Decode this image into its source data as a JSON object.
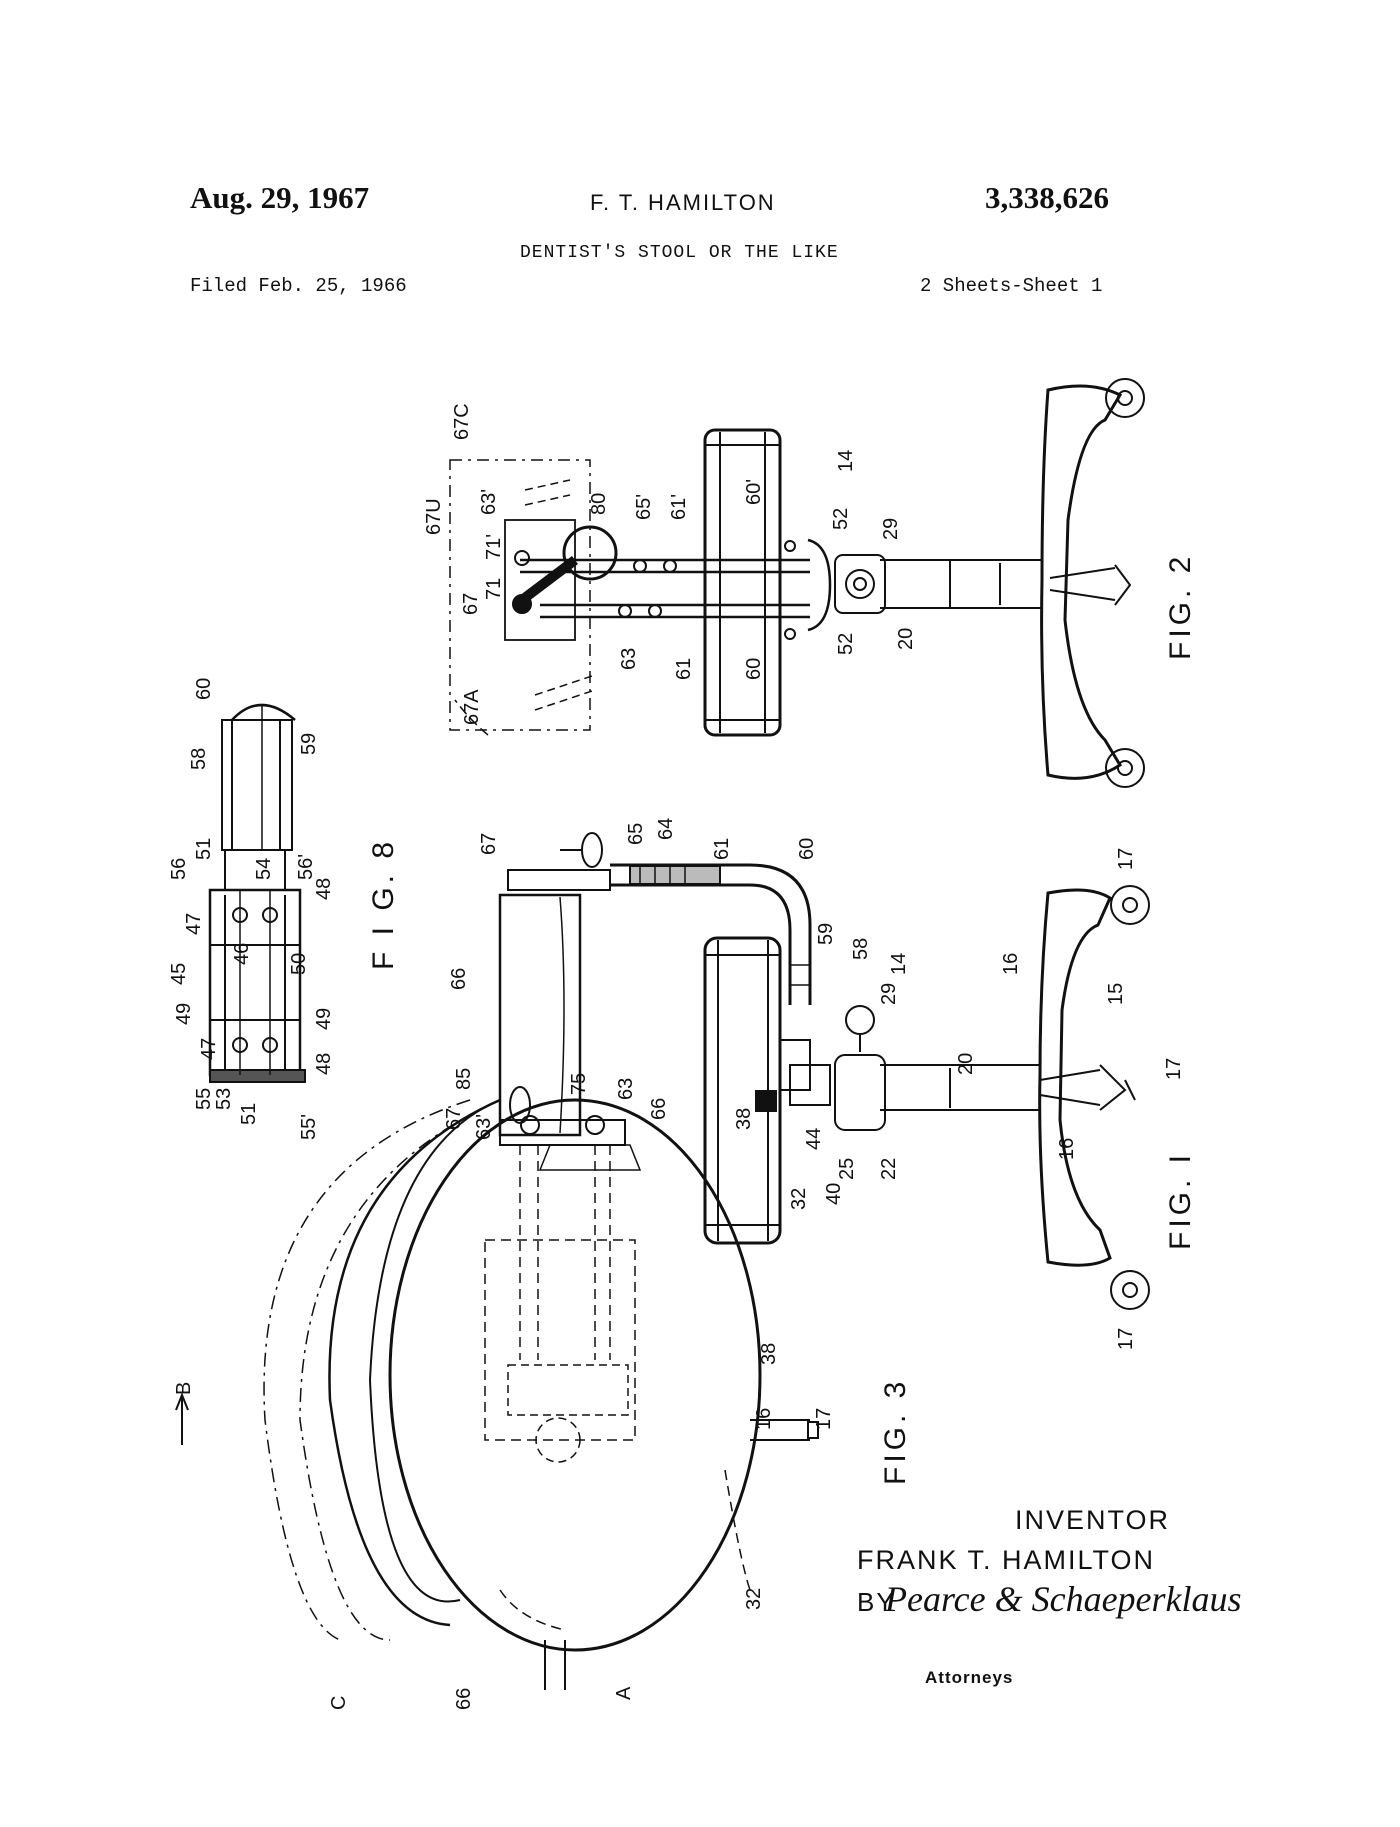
{
  "header": {
    "date": "Aug. 29, 1967",
    "inventor": "F. T. HAMILTON",
    "patent_number": "3,338,626",
    "title": "DENTIST'S STOOL OR THE LIKE",
    "filed": "Filed Feb. 25, 1966",
    "sheets": "2 Sheets-Sheet 1"
  },
  "figures": {
    "fig1": "FIG. I",
    "fig2": "FIG. 2",
    "fig3": "FIG. 3",
    "fig8": "F I G. 8"
  },
  "reference_labels": {
    "fig2": [
      "67C",
      "67U",
      "63'",
      "80",
      "65'",
      "61'",
      "60'",
      "14",
      "52",
      "29",
      "71'",
      "71",
      "67",
      "63",
      "61",
      "60",
      "52",
      "20",
      "67A"
    ],
    "fig1": [
      "67",
      "65",
      "64",
      "61",
      "60",
      "59",
      "58",
      "14",
      "29",
      "66",
      "85",
      "38",
      "44",
      "32",
      "40",
      "25",
      "22",
      "20",
      "16",
      "15",
      "17",
      "17",
      "16",
      "17"
    ],
    "fig8": [
      "60",
      "58",
      "59",
      "56",
      "51",
      "54",
      "56'",
      "48",
      "47",
      "46",
      "45",
      "49",
      "50",
      "49",
      "47",
      "55",
      "53",
      "51",
      "48",
      "55'"
    ],
    "fig3": [
      "67",
      "63'",
      "75",
      "63",
      "66",
      "38",
      "16",
      "17",
      "B",
      "32",
      "A",
      "66",
      "C"
    ]
  },
  "inventor_block": {
    "label": "INVENTOR",
    "name": "FRANK T. HAMILTON",
    "by": "BY",
    "signature": "Pearce & Schaeperklaus",
    "attorneys": "Attorneys"
  }
}
